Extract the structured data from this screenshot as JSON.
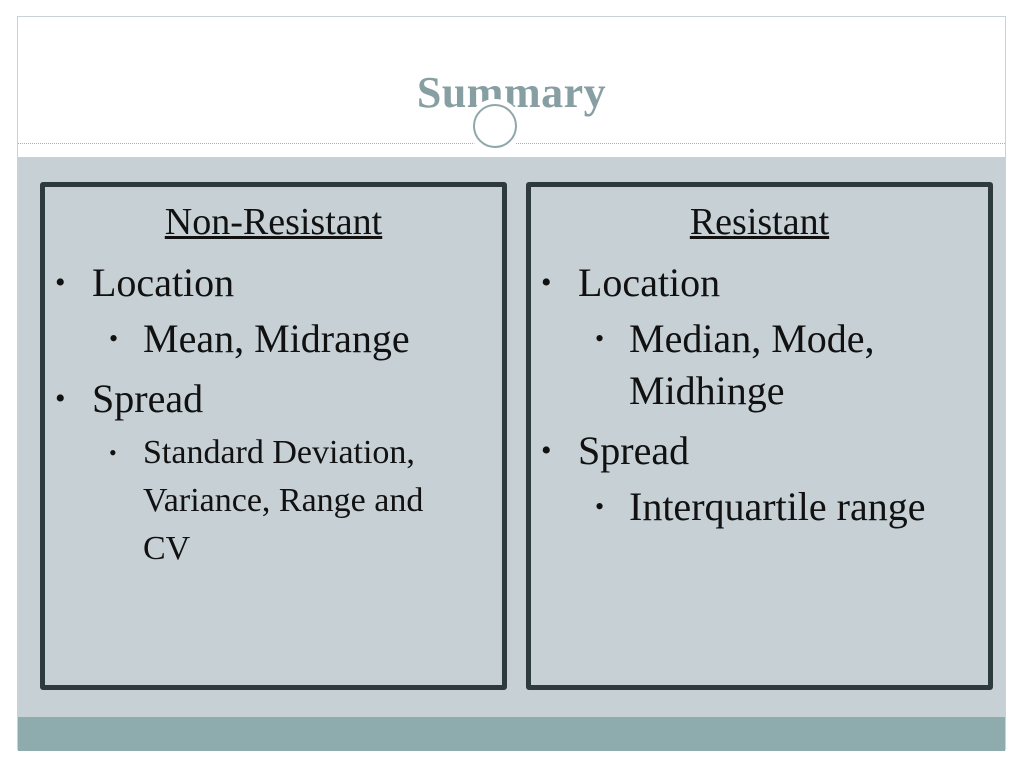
{
  "title": "Summary",
  "left_panel": {
    "heading": "Non-Resistant",
    "items": [
      {
        "label": "Location",
        "sub": "Mean, Midrange"
      },
      {
        "label": "Spread",
        "sub": "Standard Deviation, Variance, Range and CV"
      }
    ]
  },
  "right_panel": {
    "heading": "Resistant",
    "items": [
      {
        "label": "Location",
        "sub": "Median, Mode, Midhinge"
      },
      {
        "label": "Spread",
        "sub": "Interquartile range"
      }
    ]
  },
  "bullet_glyph": "•",
  "colors": {
    "title": "#879fa3",
    "content_background": "#c6d0d5",
    "footer_band": "#8eacae",
    "panel_border": "#2d3a40"
  }
}
